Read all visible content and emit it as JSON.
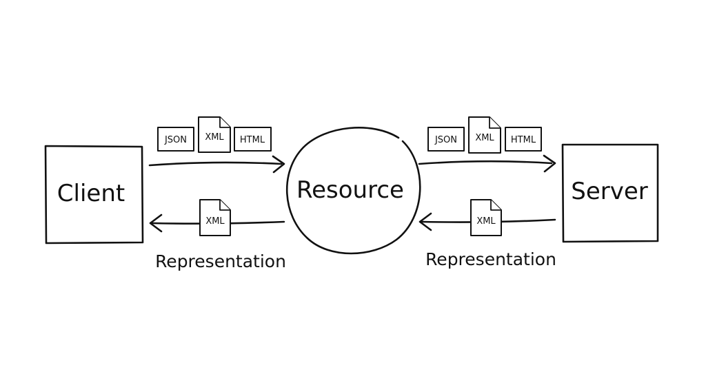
{
  "nodes": {
    "client": "Client",
    "resource": "Resource",
    "server": "Server"
  },
  "left_request_formats": [
    "JSON",
    "XML",
    "HTML"
  ],
  "right_request_formats": [
    "JSON",
    "XML",
    "HTML"
  ],
  "left_response_format": "XML",
  "right_response_format": "XML",
  "representation_labels": {
    "left": "Representation",
    "right": "Representation"
  },
  "colors": {
    "ink": "#111111",
    "background": "#ffffff"
  }
}
